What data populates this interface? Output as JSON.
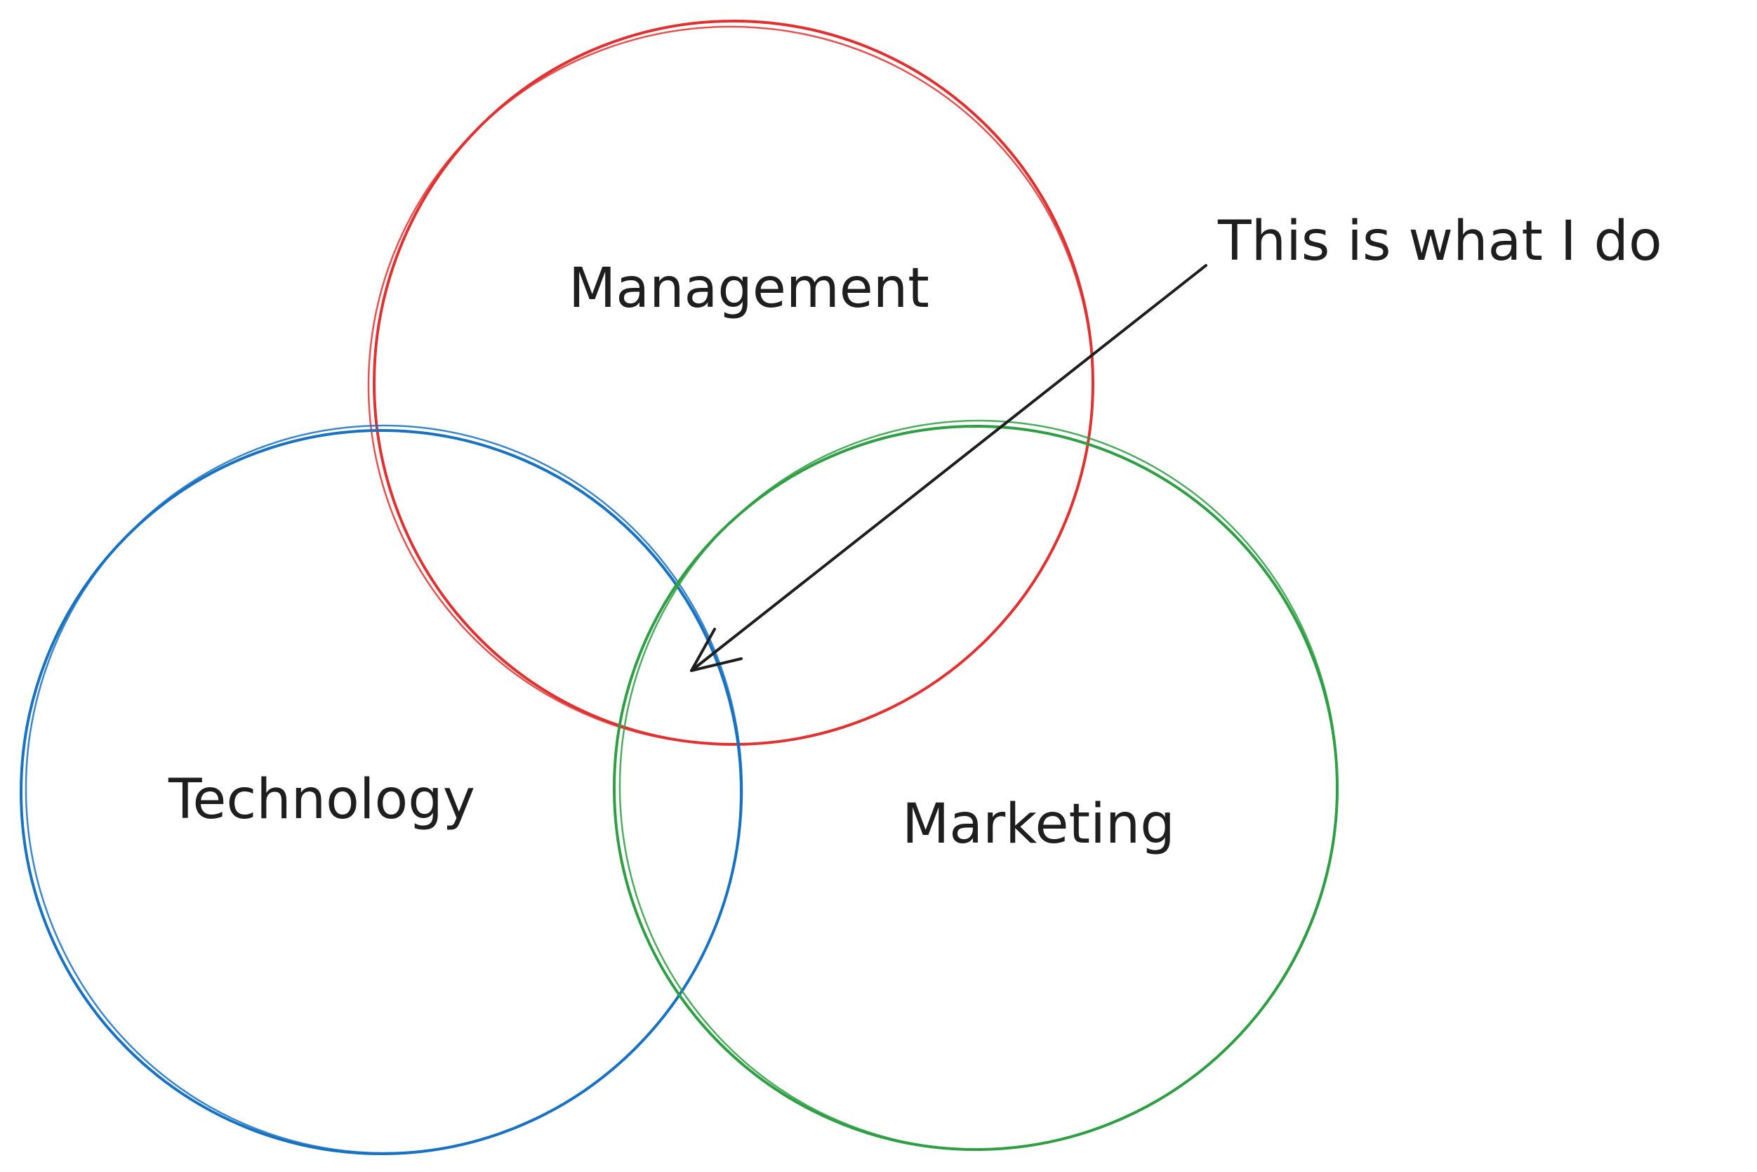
{
  "diagram": {
    "circles": [
      {
        "key": "management",
        "label": "Management",
        "color": "#e03131"
      },
      {
        "key": "technology",
        "label": "Technology",
        "color": "#1971c2"
      },
      {
        "key": "marketing",
        "label": "Marketing",
        "color": "#2f9e44"
      }
    ],
    "annotation": {
      "text": "This is what I do",
      "arrow_color": "#1e1e1e"
    }
  }
}
